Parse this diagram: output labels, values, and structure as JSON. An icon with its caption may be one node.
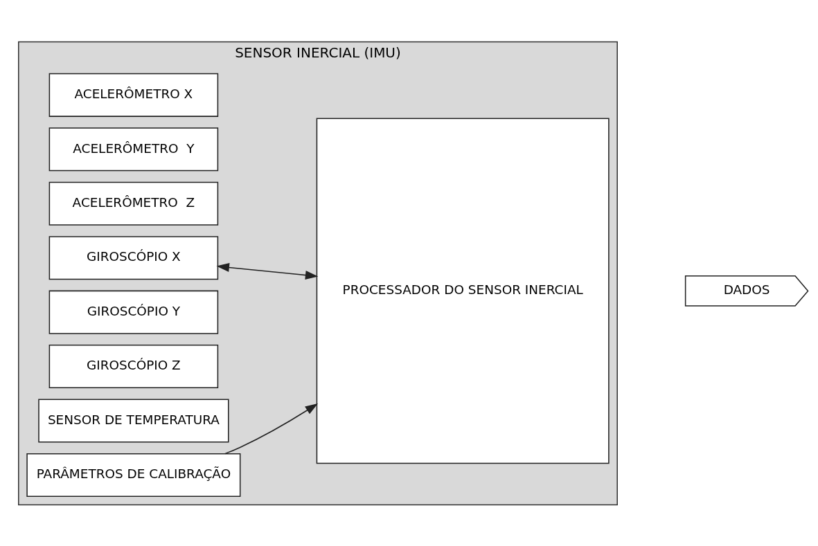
{
  "diagram": {
    "nodes": [
      {
        "text": [
          "SENSOR INERCIAL (IMU)"
        ]
      },
      {
        "text": [
          "ACELERÔMETRO X"
        ],
        "in": 0
      },
      {
        "text": [
          "ACELERÔMETRO  Y"
        ],
        "in": 0
      },
      {
        "text": [
          "ACELERÔMETRO  Z"
        ],
        "in": 0
      },
      {
        "text": [
          "GIROSCÓPIO X"
        ],
        "in": 0
      },
      {
        "text": [
          "GIROSCÓPIO Y"
        ],
        "in": 0
      },
      {
        "text": [
          "GIROSCÓPIO Z"
        ],
        "in": 0
      },
      {
        "text": [
          "SENSOR DE TEMPERATURA"
        ],
        "in": 0
      },
      {
        "text": [
          "PROCESSADOR DO SENSOR INERCIAL"
        ],
        "in": 0
      },
      {
        "text": [
          "PARÂMETROS DE CALIBRAÇÃO"
        ],
        "in": 0
      },
      {
        "text": [
          "DADOS"
        ]
      }
    ],
    "edges": [
      {
        "from": 4,
        "to": 8,
        "arrow": "both"
      },
      {
        "from": 9,
        "to": 8,
        "arrow": "to"
      }
    ]
  }
}
